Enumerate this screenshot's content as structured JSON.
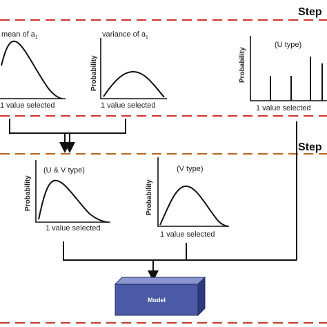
{
  "steps": {
    "step1": "Step",
    "step2": "Step"
  },
  "panels": {
    "mean": {
      "title": "mean of a",
      "subscript": "1",
      "xlabel": "1 value selected"
    },
    "variance": {
      "title": "variance of a",
      "subscript": "1",
      "ylabel": "Probability",
      "xlabel": "1 value selected"
    },
    "u_type": {
      "title": "(U type)",
      "ylabel": "Probability",
      "xlabel": "1 value selected"
    },
    "uv_type": {
      "title": "(U & V type)",
      "ylabel": "Probability",
      "xlabel": "1 value selected"
    },
    "v_type": {
      "title": "(V type)",
      "ylabel": "Probability",
      "xlabel": "1 value selected"
    }
  },
  "model": {
    "label": "Model"
  },
  "colors": {
    "divider": "#d0312d",
    "divider_bottom": "#c0392b",
    "model_front": "#4b5aa6",
    "model_top": "#8b95cf",
    "model_side": "#2e3a7c"
  }
}
